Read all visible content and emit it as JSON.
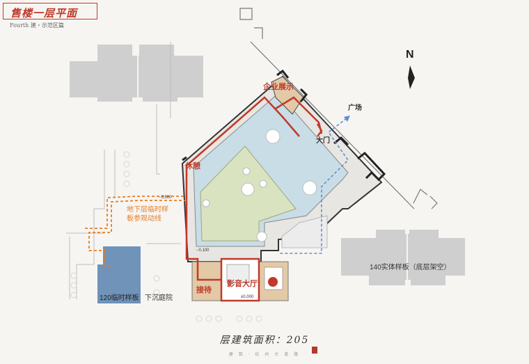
{
  "header": {
    "title": "售楼一层平面",
    "subtitle": "Fourth   建・示范区篇"
  },
  "compass": {
    "north_label": "N"
  },
  "labels": {
    "enterprise_display": "企业展示",
    "plaza": "广场",
    "main_gate": "大门",
    "rest": "休憩",
    "audiovisual_hall": "影音大厅",
    "reception": "接待",
    "basement_temp_flow": "地下层临时样板参观动线",
    "basement_temp_flow_line1": "地下层临时样",
    "basement_temp_flow_line2": "板参观动线",
    "temp_model_120": "120临时样板",
    "sunken_courtyard": "下沉庭院",
    "solid_model_140": "140实体样板（底层架空）",
    "elev_minus_5500": "−5.500",
    "elev_minus_0100": "−0.100",
    "elev_0000": "±0.000"
  },
  "footer": {
    "floor_area_label": "层建筑面积：",
    "floor_area_value": "205",
    "credits": "建 筑 · 杭 州 大 美 路"
  },
  "colors": {
    "accent_red": "#c0392b",
    "route_orange": "#e67e22",
    "route_blue": "#5b8fd6",
    "water": "#c9dde6",
    "lawn": "#d9e3bf",
    "building_grey": "#cfcfcf",
    "model_blue": "#6f93b9",
    "deck_wood": "#e3c9a6"
  }
}
